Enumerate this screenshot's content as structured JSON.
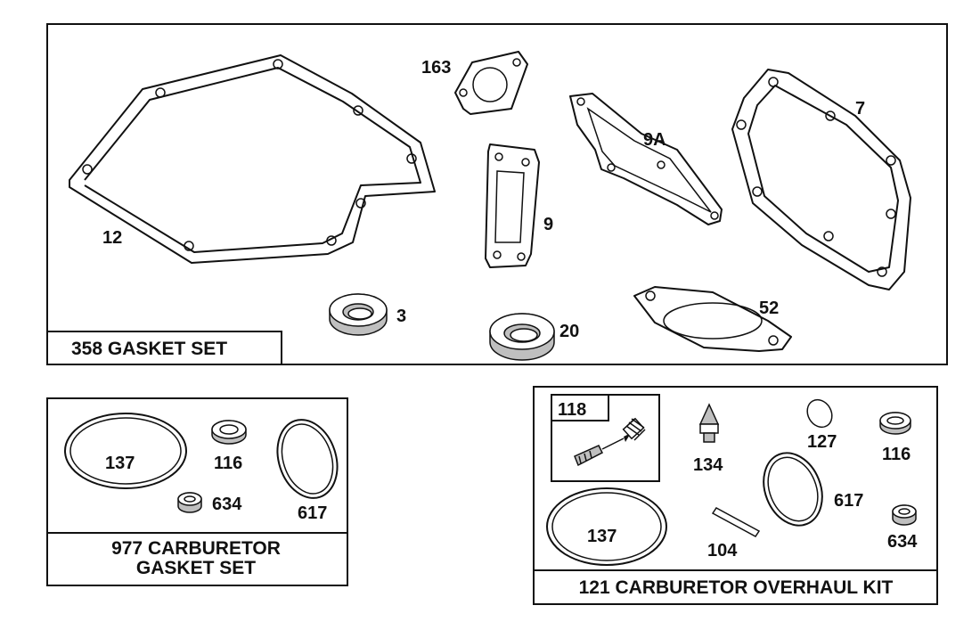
{
  "panels": {
    "gasket_set": {
      "title": "358 GASKET SET",
      "parts": [
        "163",
        "7",
        "9A",
        "12",
        "9",
        "3",
        "20",
        "52"
      ]
    },
    "carb_gasket_set": {
      "title_line1": "977 CARBURETOR",
      "title_line2": "GASKET SET",
      "parts": [
        "137",
        "116",
        "634",
        "617"
      ]
    },
    "overhaul_kit": {
      "title": "121 CARBURETOR OVERHAUL KIT",
      "sub_kit": "118",
      "parts": [
        "134",
        "127",
        "116",
        "617",
        "137",
        "104",
        "634"
      ]
    }
  }
}
